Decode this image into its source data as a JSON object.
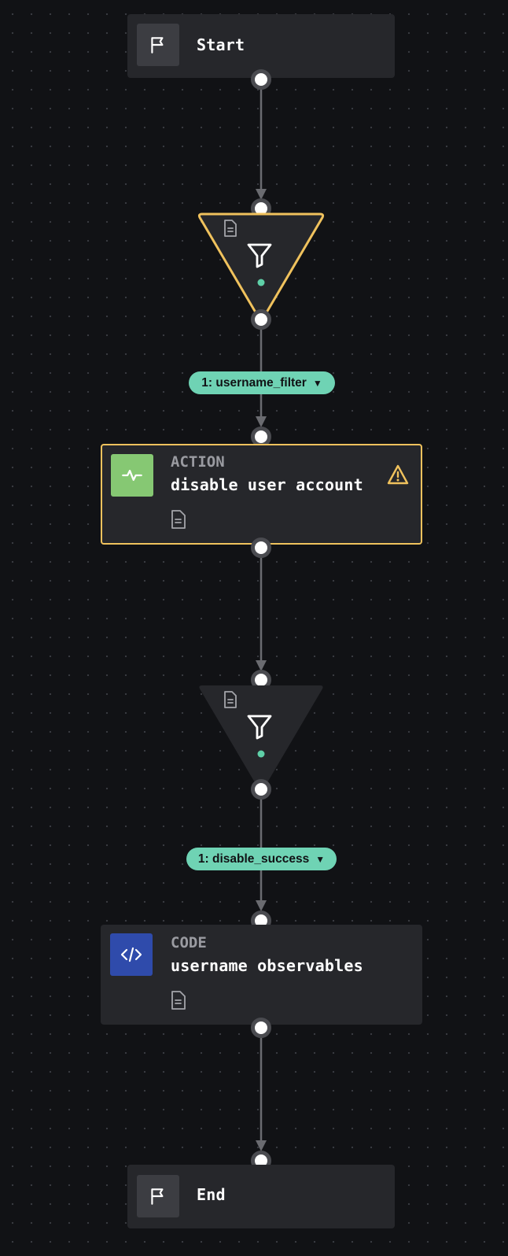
{
  "canvas": {
    "nodes": {
      "start": {
        "label": "Start",
        "icon": "flag-icon"
      },
      "filter_1": {
        "icon": "filter-icon",
        "status_dot_color": "#5fd0a8",
        "selected": true
      },
      "action": {
        "kind": "ACTION",
        "name": "disable user account",
        "icon": "activity-icon",
        "warning": true,
        "selected": true
      },
      "filter_2": {
        "icon": "filter-icon",
        "status_dot_color": "#5fd0a8",
        "selected": false
      },
      "code": {
        "kind": "CODE",
        "name": "username observables",
        "icon": "code-icon"
      },
      "end": {
        "label": "End",
        "icon": "flag-icon"
      }
    },
    "edge_labels": {
      "filter_1_out": "1: username_filter",
      "filter_2_out": "1: disable_success"
    }
  },
  "colors": {
    "selection": "#f0c25d",
    "condition_pill": "#6fd3b4",
    "action_tile": "#86c873",
    "code_tile": "#2f4bab",
    "node_bg": "#26272b"
  }
}
